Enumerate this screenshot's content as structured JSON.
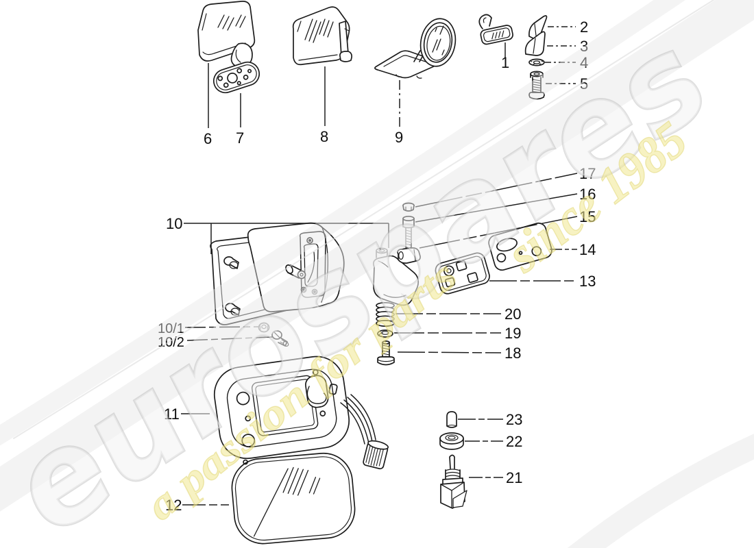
{
  "diagram": {
    "kind": "parts-diagram",
    "line_color": "#1c1c1c",
    "label_color": "#0d0d0d",
    "background_color": "#ffffff"
  },
  "watermark": {
    "brand": "eurospares",
    "tagline": "a passion for parts",
    "since": "since 1985",
    "brand_fill": "#f2f2f2",
    "brand_outline": "#b8b8b8",
    "accent_fill": "#f0e88f",
    "accent_outline": "#d9cc5a",
    "swoosh_color": "#e7e7e7"
  },
  "labels": {
    "p1": "1",
    "p2": "2",
    "p3": "3",
    "p4": "4",
    "p5": "5",
    "p6": "6",
    "p7": "7",
    "p8": "8",
    "p9": "9",
    "p10": "10",
    "p10_1": "10/1",
    "p10_2": "10/2",
    "p11": "11",
    "p12": "12",
    "p13": "13",
    "p14": "14",
    "p15": "15",
    "p16": "16",
    "p17": "17",
    "p18": "18",
    "p19": "19",
    "p20": "20",
    "p21": "21",
    "p22": "22",
    "p23": "23"
  },
  "parts": {
    "p1": "interior-rear-view-mirror",
    "p2": "mounting-wedge-upper",
    "p3": "mounting-wedge-lower",
    "p4": "washer",
    "p5": "socket-head-screw",
    "p6": "interior-mirror",
    "p7": "mirror-base-plate",
    "p8": "interior-mirror-variant",
    "p9": "round-exterior-mirror",
    "p10": "door-mirror-assembly",
    "p10_1": "nut",
    "p10_2": "pan-head-screw",
    "p11": "electric-mirror-housing",
    "p12": "mirror-glass",
    "p13": "rubber-pad",
    "p14": "seal-plate",
    "p15": "clamp-piece",
    "p16": "hex-bolt",
    "p17": "cap-nut",
    "p18": "screw",
    "p19": "lock-washer",
    "p20": "spring",
    "p21": "toggle-switch",
    "p22": "spacer-ring",
    "p23": "switch-knob"
  }
}
